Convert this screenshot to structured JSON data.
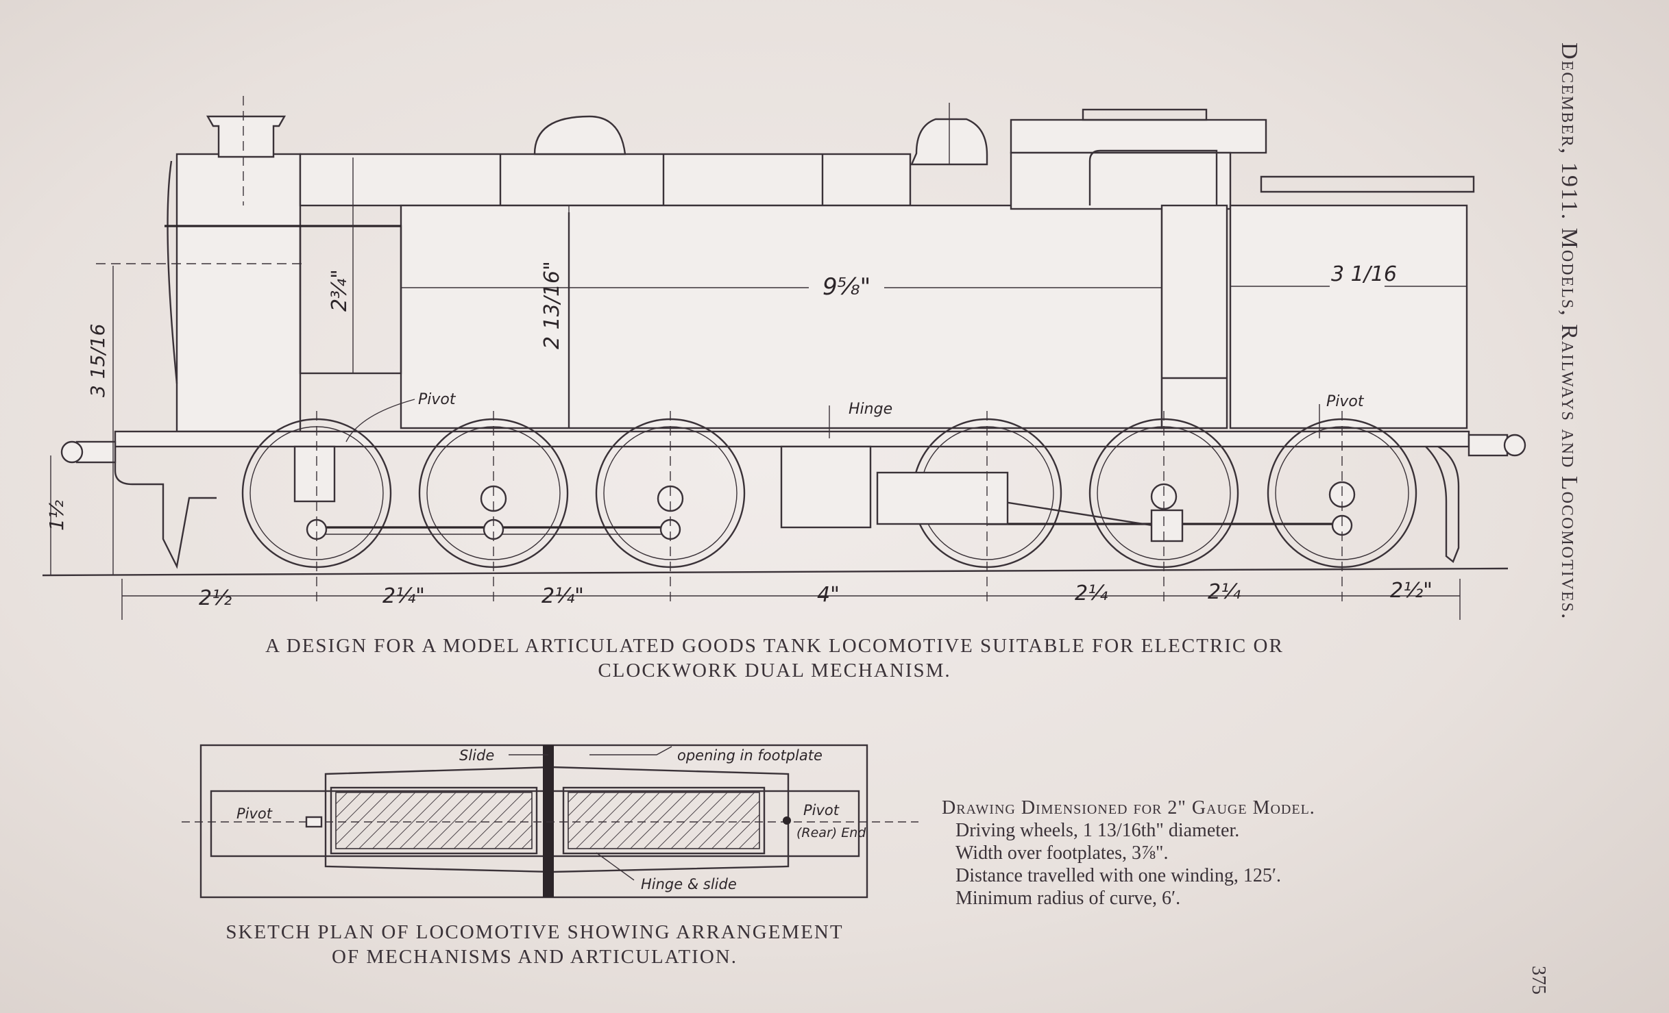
{
  "header": {
    "running_title": "December, 1911.  Models, Railways and Locomotives.",
    "page_number": "375"
  },
  "figure1": {
    "caption_line1": "A DESIGN FOR A MODEL ARTICULATED GOODS TANK LOCOMOTIVE SUITABLE FOR ELECTRIC OR",
    "caption_line2": "CLOCKWORK DUAL MECHANISM.",
    "labels": {
      "pivot_left": "Pivot",
      "pivot_right": "Pivot",
      "hinge": "Hinge"
    },
    "dimensions": {
      "tank_length": "9⅝\"",
      "rear_length": "3 1/16",
      "tank_height": "2 13/16\"",
      "dome_height": "2¾\"",
      "overall_height": "3 15/16",
      "buffer_height": "1½",
      "wheel_1": "2½",
      "wheel_2": "2¼\"",
      "wheel_3": "2¼\"",
      "wheel_4": "4\"",
      "wheel_5": "2¼",
      "wheel_6": "2¼",
      "wheel_7": "2½\""
    }
  },
  "figure2": {
    "caption_line1": "SKETCH PLAN OF LOCOMOTIVE SHOWING ARRANGEMENT",
    "caption_line2": "OF MECHANISMS AND ARTICULATION.",
    "labels": {
      "slide": "Slide",
      "opening": "opening in footplate",
      "pivot_left": "Pivot",
      "pivot_right": "Pivot",
      "rear_end": "(Rear) End",
      "hinge_slide": "Hinge & slide"
    }
  },
  "specs": {
    "heading": "Drawing Dimensioned for 2\" Gauge Model.",
    "lines": [
      "Driving wheels, 1 13/16th\" diameter.",
      "Width over footplates, 3⅞\".",
      "Distance travelled with one winding, 125′.",
      "Minimum radius of curve, 6′."
    ]
  }
}
